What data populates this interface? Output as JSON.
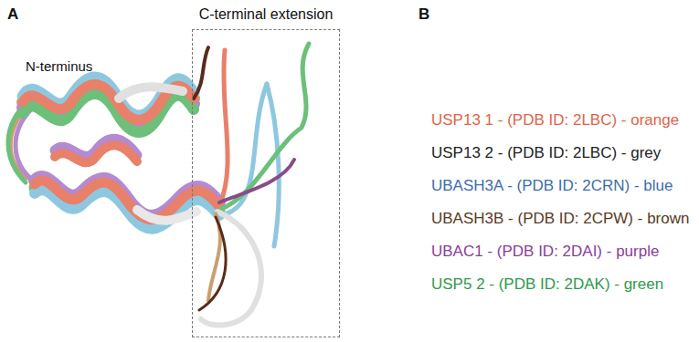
{
  "diagram": {
    "nodes": [
      {
        "text": [
          "C-terminal extension"
        ]
      }
    ],
    "labels": [
      "A",
      "B",
      "N-terminus"
    ],
    "legend": [
      {
        "text": "USP13 1 - (PDB ID: 2LBC) - orange",
        "color": "#e0644a"
      },
      {
        "text": "USP13 2 - (PDB ID: 2LBC) - grey",
        "color": "#222222"
      },
      {
        "text": "UBASH3A - (PDB ID: 2CRN) - blue",
        "color": "#3c6eae"
      },
      {
        "text": "UBASH3B - (PDB ID: 2CPW) - brown",
        "color": "#5a3a24"
      },
      {
        "text": "UBAC1 - (PDB ID: 2DAI) - purple",
        "color": "#8c3c9c"
      },
      {
        "text": "USP5 2 - (PDB ID: 2DAK) - green",
        "color": "#2e9a4c"
      }
    ]
  }
}
